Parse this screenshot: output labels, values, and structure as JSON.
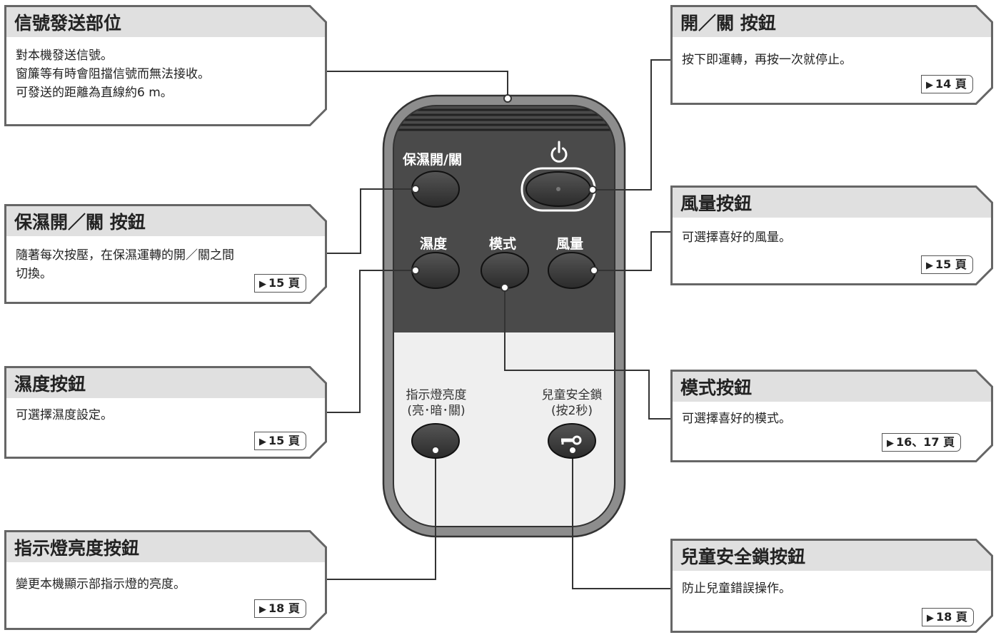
{
  "callouts": {
    "transmitter": {
      "title": "信號發送部位",
      "lines": [
        "對本機發送信號。",
        "窗簾等有時會阻擋信號而無法接收。",
        "可發送的距離為直線約6 m。"
      ]
    },
    "power": {
      "title": "開／關 按鈕",
      "lines": [
        "按下即運轉，再按一次就停止。"
      ],
      "page": "14 頁"
    },
    "humidify_onoff": {
      "title": "保濕開／關 按鈕",
      "lines": [
        "隨著每次按壓，在保濕運轉的開／關之間",
        "切換。"
      ],
      "page": "15 頁"
    },
    "fan": {
      "title": "風量按鈕",
      "lines": [
        "可選擇喜好的風量。"
      ],
      "page": "15 頁"
    },
    "humidity": {
      "title": "濕度按鈕",
      "lines": [
        "可選擇濕度設定。"
      ],
      "page": "15 頁"
    },
    "mode": {
      "title": "模式按鈕",
      "lines": [
        "可選擇喜好的模式。"
      ],
      "page": "16、17 頁"
    },
    "brightness": {
      "title": "指示燈亮度按鈕",
      "lines": [
        "變更本機顯示部指示燈的亮度。"
      ],
      "page": "18 頁"
    },
    "childlock": {
      "title": "兒童安全鎖按鈕",
      "lines": [
        "防止兒童錯誤操作。"
      ],
      "page": "18 頁"
    }
  },
  "remote": {
    "label_humidify_onoff": "保濕開/關",
    "label_humidity": "濕度",
    "label_mode": "模式",
    "label_fan": "風量",
    "label_brightness_1": "指示燈亮度",
    "label_brightness_2": "(亮･暗･關)",
    "label_childlock_1": "兒童安全鎖",
    "label_childlock_2": "(按2秒)"
  },
  "icons": {
    "power": "power-icon",
    "key": "key-icon",
    "page_arrow": "triangle-right-icon"
  },
  "colors": {
    "frame_border": "#666666",
    "title_band": "#e0e0e0",
    "remote_dark": "#4a4a4a",
    "remote_light": "#efefef",
    "button": "#3a3a3a"
  }
}
